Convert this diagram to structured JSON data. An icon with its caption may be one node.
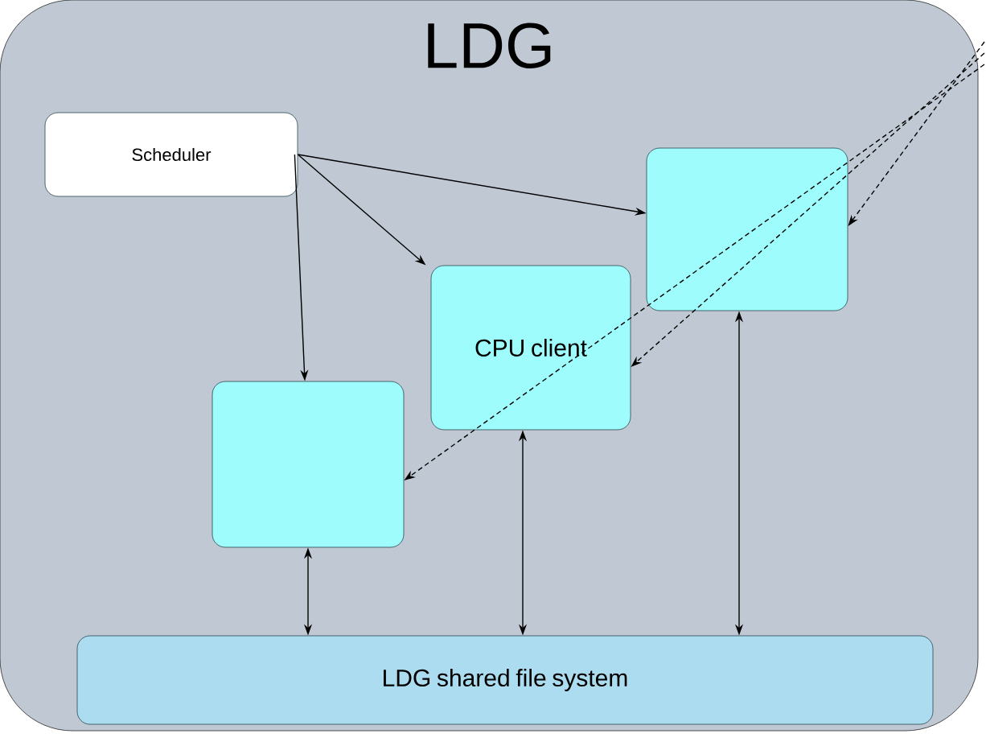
{
  "diagram": {
    "nodes": [
      {
        "text": [
          "LDG"
        ]
      },
      {
        "text": [
          "Scheduler"
        ],
        "in": 0
      },
      {
        "text": [
          "CPU client"
        ],
        "in": 0
      },
      {
        "text": [],
        "shape": "box",
        "in": 0
      },
      {
        "text": [],
        "shape": "box",
        "in": 0
      },
      {
        "text": [
          "LDG shared file system"
        ],
        "in": 0
      }
    ],
    "edges": [
      {
        "from": 1,
        "to": 4,
        "arrow": "to"
      },
      {
        "from": 1,
        "to": 2,
        "arrow": "to"
      },
      {
        "from": 1,
        "to": 3,
        "arrow": "to"
      },
      {
        "from": null,
        "to": 4,
        "arrow": "to",
        "style": "dashed"
      },
      {
        "from": null,
        "to": 2,
        "arrow": "to",
        "style": "dashed"
      },
      {
        "from": null,
        "to": 3,
        "arrow": "to",
        "style": "dashed"
      },
      {
        "from": 3,
        "to": 5,
        "arrow": "both"
      },
      {
        "from": 2,
        "to": 5,
        "arrow": "both"
      },
      {
        "from": 4,
        "to": 5,
        "arrow": "both"
      }
    ]
  }
}
